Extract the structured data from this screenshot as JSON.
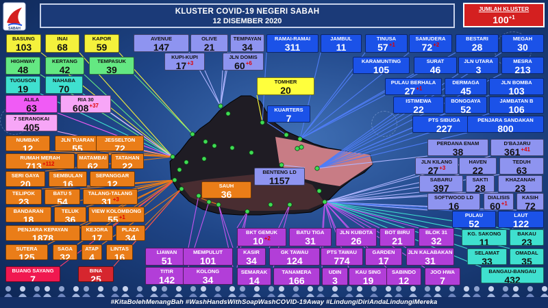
{
  "header": {
    "title": "KLUSTER COVID-19 NEGERI SABAH",
    "date": "12 DISEMBER 2020"
  },
  "logo": {
    "text": "SABAH"
  },
  "total": {
    "label": "JUMLAH KLUSTER",
    "value": "100",
    "inc": "+1"
  },
  "footer": {
    "hashtags": "#KitaBolehMenangBah #WashHandsWithSoapWashCOVID-19Away #LindungiDiriAndaLindungiMereka"
  },
  "colors": {
    "yellow": "#f4f13c",
    "green": "#64e882",
    "teal": "#3fe0cf",
    "magenta": "#f05bf5",
    "pink": "#f7a6f7",
    "orange": "#ea7d18",
    "lavender": "#8e94f0",
    "blue": "#1b52e8",
    "purple": "#b23ed8",
    "tomher": "#ffff3c",
    "bina": "#d6262e",
    "buang": "#f01850"
  },
  "clusters": [
    {
      "id": "basung",
      "name": "BASUNG",
      "value": "103",
      "inc": "",
      "color": "yellow"
    },
    {
      "id": "inai",
      "name": "INAI",
      "value": "68",
      "inc": "",
      "color": "yellow"
    },
    {
      "id": "kapor",
      "name": "KAPOR",
      "value": "59",
      "inc": "",
      "color": "yellow"
    },
    {
      "id": "highway",
      "name": "HIGHWAY",
      "value": "48",
      "inc": "",
      "color": "green"
    },
    {
      "id": "kertang",
      "name": "KERTANG",
      "value": "42",
      "inc": "",
      "color": "green"
    },
    {
      "id": "tempasuk",
      "name": "TEMPASUK",
      "value": "39",
      "inc": "",
      "color": "green"
    },
    {
      "id": "tuguson",
      "name": "TUGUSON",
      "value": "19",
      "inc": "",
      "color": "teal"
    },
    {
      "id": "nahaba",
      "name": "NAHABA",
      "value": "70",
      "inc": "",
      "color": "teal"
    },
    {
      "id": "alila",
      "name": "ALILA",
      "value": "63",
      "inc": "",
      "color": "magenta"
    },
    {
      "id": "ria30",
      "name": "RIA 30",
      "value": "608",
      "inc": "+37",
      "color": "pink"
    },
    {
      "id": "sebangkai",
      "name": "7 SERANGKAI",
      "value": "405",
      "inc": "",
      "color": "pink"
    },
    {
      "id": "numbak",
      "name": "NUMBAK",
      "value": "12",
      "inc": "",
      "color": "orange"
    },
    {
      "id": "jlntuaran",
      "name": "JLN TUARAN",
      "value": "55",
      "inc": "",
      "color": "orange"
    },
    {
      "id": "jesselton",
      "name": "JESSELTON",
      "value": "72",
      "inc": "",
      "color": "orange"
    },
    {
      "id": "rumahmerah",
      "name": "RUMAH MERAH",
      "value": "713",
      "inc": "+112",
      "color": "orange"
    },
    {
      "id": "matambai",
      "name": "MATAMBAI",
      "value": "62",
      "inc": "",
      "color": "orange"
    },
    {
      "id": "tatahan",
      "name": "TATAHAN",
      "value": "22",
      "inc": "",
      "color": "orange"
    },
    {
      "id": "serigaya",
      "name": "SERI GAYA",
      "value": "20",
      "inc": "",
      "color": "orange"
    },
    {
      "id": "sembulan",
      "name": "SEMBULAN",
      "value": "16",
      "inc": "",
      "color": "orange"
    },
    {
      "id": "sepanggar",
      "name": "SEPANGGAR",
      "value": "12",
      "inc": "",
      "color": "orange"
    },
    {
      "id": "telipok",
      "name": "TELIPOK",
      "value": "23",
      "inc": "",
      "color": "orange"
    },
    {
      "id": "batu5",
      "name": "BATU 5",
      "value": "54",
      "inc": "",
      "color": "orange"
    },
    {
      "id": "talangtalang",
      "name": "TALANG-TALANG",
      "value": "31",
      "inc": "+3",
      "color": "orange"
    },
    {
      "id": "bandaran",
      "name": "BANDARAN",
      "value": "18",
      "inc": "",
      "color": "orange"
    },
    {
      "id": "teluk",
      "name": "TELUK",
      "value": "36",
      "inc": "",
      "color": "orange"
    },
    {
      "id": "viewkolombong",
      "name": "VIEW KOLOMBONG",
      "value": "55",
      "inc": "+1",
      "color": "orange"
    },
    {
      "id": "penjarakepayan",
      "name": "PENJARA KEPAYAN",
      "value": "1878",
      "inc": "",
      "color": "orange"
    },
    {
      "id": "kejora",
      "name": "KEJORA",
      "value": "17",
      "inc": "",
      "color": "orange"
    },
    {
      "id": "plaza",
      "name": "PLAZA",
      "value": "34",
      "inc": "",
      "color": "orange"
    },
    {
      "id": "sutera",
      "name": "SUTERA",
      "value": "125",
      "inc": "",
      "color": "orange"
    },
    {
      "id": "saga",
      "name": "SAGA",
      "value": "32",
      "inc": "",
      "color": "orange"
    },
    {
      "id": "atap",
      "name": "ATAP",
      "value": "4",
      "inc": "",
      "color": "orange"
    },
    {
      "id": "lintas",
      "name": "LINTAS",
      "value": "16",
      "inc": "",
      "color": "orange"
    },
    {
      "id": "buangsayang",
      "name": "BUANG SAYANG",
      "value": "7",
      "inc": "",
      "color": "buang"
    },
    {
      "id": "bina",
      "name": "BINA",
      "value": "25",
      "inc": "",
      "color": "bina"
    },
    {
      "id": "avenue",
      "name": "AVENUE",
      "value": "147",
      "inc": "",
      "color": "lavender"
    },
    {
      "id": "olive",
      "name": "OLIVE",
      "value": "21",
      "inc": "",
      "color": "lavender"
    },
    {
      "id": "tempayan",
      "name": "TEMPAYAN",
      "value": "34",
      "inc": "",
      "color": "lavender"
    },
    {
      "id": "kupikupi",
      "name": "KUPI-KUPI",
      "value": "17",
      "inc": "+3",
      "color": "lavender"
    },
    {
      "id": "jlndomis",
      "name": "JLN DOMIS",
      "value": "60",
      "inc": "+6",
      "color": "lavender"
    },
    {
      "id": "tomher",
      "name": "TOMHER",
      "value": "20",
      "inc": "",
      "color": "tomher"
    },
    {
      "id": "quarters",
      "name": "KUARTERS",
      "value": "7",
      "inc": "",
      "color": "blue"
    },
    {
      "id": "bentengld",
      "name": "BENTENG LD",
      "value": "1157",
      "inc": "",
      "color": "lavender"
    },
    {
      "id": "sauh",
      "name": "SAUH",
      "value": "36",
      "inc": "",
      "color": "orange"
    },
    {
      "id": "ramairamai",
      "name": "RAMAI-RAMAI",
      "value": "311",
      "inc": "",
      "color": "blue"
    },
    {
      "id": "jambul",
      "name": "JAMBUL",
      "value": "11",
      "inc": "",
      "color": "blue"
    },
    {
      "id": "tinusa",
      "name": "TINUSA",
      "value": "57",
      "inc": "+1",
      "color": "blue"
    },
    {
      "id": "samudera",
      "name": "SAMUDERA",
      "value": "72",
      "inc": "+2",
      "color": "blue"
    },
    {
      "id": "bestari",
      "name": "BESTARI",
      "value": "28",
      "inc": "",
      "color": "blue"
    },
    {
      "id": "megah",
      "name": "MEGAH",
      "value": "30",
      "inc": "",
      "color": "blue"
    },
    {
      "id": "karamunting",
      "name": "KARAMUNTING",
      "value": "105",
      "inc": "",
      "color": "blue"
    },
    {
      "id": "surat",
      "name": "SURAT",
      "value": "46",
      "inc": "",
      "color": "blue"
    },
    {
      "id": "jlnutara",
      "name": "JLN UTARA",
      "value": "3",
      "inc": "",
      "color": "blue"
    },
    {
      "id": "mesra",
      "name": "MESRA",
      "value": "213",
      "inc": "",
      "color": "blue"
    },
    {
      "id": "pulauberhala",
      "name": "PULAU BERHALA",
      "value": "27",
      "inc": "+1",
      "color": "blue"
    },
    {
      "id": "dermaga",
      "name": "DERMAGA",
      "value": "45",
      "inc": "",
      "color": "blue"
    },
    {
      "id": "jlnbomba",
      "name": "JLN BOMBA",
      "value": "103",
      "inc": "",
      "color": "blue"
    },
    {
      "id": "istimewa",
      "name": "ISTIMEWA",
      "value": "22",
      "inc": "",
      "color": "blue"
    },
    {
      "id": "bonggaya",
      "name": "BONGGAYA",
      "value": "52",
      "inc": "",
      "color": "blue"
    },
    {
      "id": "jambatanb",
      "name": "JAMBATAN B",
      "value": "106",
      "inc": "",
      "color": "blue"
    },
    {
      "id": "ptssibuga",
      "name": "PTS SIBUGA",
      "value": "227",
      "inc": "",
      "color": "blue"
    },
    {
      "id": "penjarasandakan",
      "name": "PENJARA SANDAKAN",
      "value": "800",
      "inc": "",
      "color": "blue"
    },
    {
      "id": "perdanaenam",
      "name": "PERDANA ENAM",
      "value": "38",
      "inc": "",
      "color": "lavender"
    },
    {
      "id": "dbajaru",
      "name": "D'BAJARU",
      "value": "361",
      "inc": "+41",
      "color": "lavender"
    },
    {
      "id": "jlnkilang",
      "name": "JLN KILANG",
      "value": "27",
      "inc": "+3",
      "color": "lavender"
    },
    {
      "id": "haven",
      "name": "HAVEN",
      "value": "22",
      "inc": "",
      "color": "lavender"
    },
    {
      "id": "teduh",
      "name": "TEDUH",
      "value": "63",
      "inc": "",
      "color": "lavender"
    },
    {
      "id": "sabaru",
      "name": "SABARU",
      "value": "397",
      "inc": "",
      "color": "lavender"
    },
    {
      "id": "sakti",
      "name": "SAKTI",
      "value": "28",
      "inc": "",
      "color": "lavender"
    },
    {
      "id": "khazanah",
      "name": "KHAZANAH",
      "value": "23",
      "inc": "",
      "color": "lavender"
    },
    {
      "id": "softwoodld",
      "name": "SOFTWOOD LD",
      "value": "16",
      "inc": "",
      "color": "lavender"
    },
    {
      "id": "dialisis",
      "name": "DIALISIS",
      "value": "60",
      "inc": "+1",
      "color": "lavender"
    },
    {
      "id": "kasih",
      "name": "KASIH",
      "value": "72",
      "inc": "",
      "color": "lavender"
    },
    {
      "id": "pulau",
      "name": "PULAU",
      "value": "52",
      "inc": "",
      "color": "blue"
    },
    {
      "id": "laut",
      "name": "LAUT",
      "value": "122",
      "inc": "",
      "color": "blue"
    },
    {
      "id": "kgsakong",
      "name": "KG. SAKONG",
      "value": "11",
      "inc": "",
      "color": "teal"
    },
    {
      "id": "bakau",
      "name": "BAKAU",
      "value": "23",
      "inc": "",
      "color": "teal"
    },
    {
      "id": "selamat",
      "name": "SELAMAT",
      "value": "33",
      "inc": "",
      "color": "teal"
    },
    {
      "id": "omadal",
      "name": "OMADAL",
      "value": "35",
      "inc": "",
      "color": "teal"
    },
    {
      "id": "bangaubangau",
      "name": "BANGAU-BANGAU",
      "value": "432",
      "inc": "",
      "color": "teal"
    },
    {
      "id": "bktgemuk",
      "name": "BKT GEMUK",
      "value": "10",
      "inc": "+2",
      "color": "purple"
    },
    {
      "id": "batutiga",
      "name": "BATU TIGA",
      "value": "31",
      "inc": "",
      "color": "purple"
    },
    {
      "id": "jlnkubota",
      "name": "JLN KUBOTA",
      "value": "26",
      "inc": "",
      "color": "purple"
    },
    {
      "id": "botbiru",
      "name": "BOT BIRU",
      "value": "21",
      "inc": "",
      "color": "purple"
    },
    {
      "id": "blok31",
      "name": "BLOK 31",
      "value": "32",
      "inc": "",
      "color": "purple"
    },
    {
      "id": "kasir",
      "name": "KASIR",
      "value": "34",
      "inc": "",
      "color": "purple"
    },
    {
      "id": "gktawau",
      "name": "GK TAWAU",
      "value": "124",
      "inc": "",
      "color": "purple"
    },
    {
      "id": "ptstawau",
      "name": "PTS TAWAU",
      "value": "774",
      "inc": "",
      "color": "purple"
    },
    {
      "id": "garden",
      "name": "GARDEN",
      "value": "17",
      "inc": "",
      "color": "purple"
    },
    {
      "id": "jlnkalabakan",
      "name": "JLN KALABAKAN",
      "value": "31",
      "inc": "",
      "color": "purple"
    },
    {
      "id": "semarak",
      "name": "SEMARAK",
      "value": "14",
      "inc": "",
      "color": "purple"
    },
    {
      "id": "tanamera",
      "name": "TANAMERA",
      "value": "166",
      "inc": "",
      "color": "purple"
    },
    {
      "id": "udin",
      "name": "UDIN",
      "value": "3",
      "inc": "",
      "color": "purple"
    },
    {
      "id": "kausing",
      "name": "KAU SING",
      "value": "19",
      "inc": "",
      "color": "purple"
    },
    {
      "id": "sabindo",
      "name": "SABINDO",
      "value": "12",
      "inc": "",
      "color": "purple"
    },
    {
      "id": "joohwa",
      "name": "JOO HWA",
      "value": "7",
      "inc": "",
      "color": "purple"
    },
    {
      "id": "liawan",
      "name": "LIAWAN",
      "value": "51",
      "inc": "",
      "color": "purple"
    },
    {
      "id": "mempulut",
      "name": "MEMPULUT",
      "value": "101",
      "inc": "",
      "color": "purple"
    },
    {
      "id": "titir",
      "name": "TITIR",
      "value": "142",
      "inc": "",
      "color": "purple"
    },
    {
      "id": "kolong",
      "name": "KOLONG",
      "value": "34",
      "inc": "",
      "color": "purple"
    }
  ]
}
